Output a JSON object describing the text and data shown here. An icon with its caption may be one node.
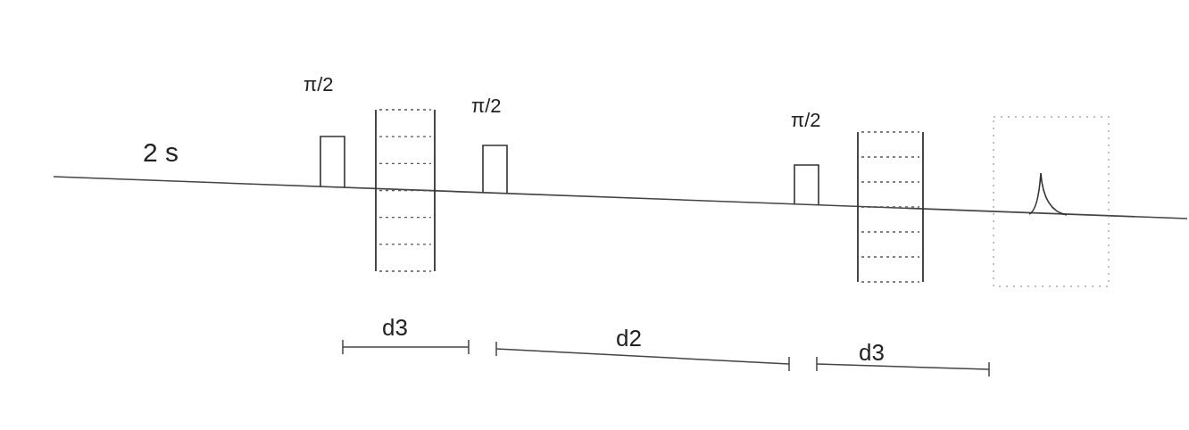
{
  "diagram": {
    "labels": [
      "2 s",
      "π/2",
      "π/2",
      "π/2",
      "d3",
      "d2",
      "d3"
    ]
  }
}
